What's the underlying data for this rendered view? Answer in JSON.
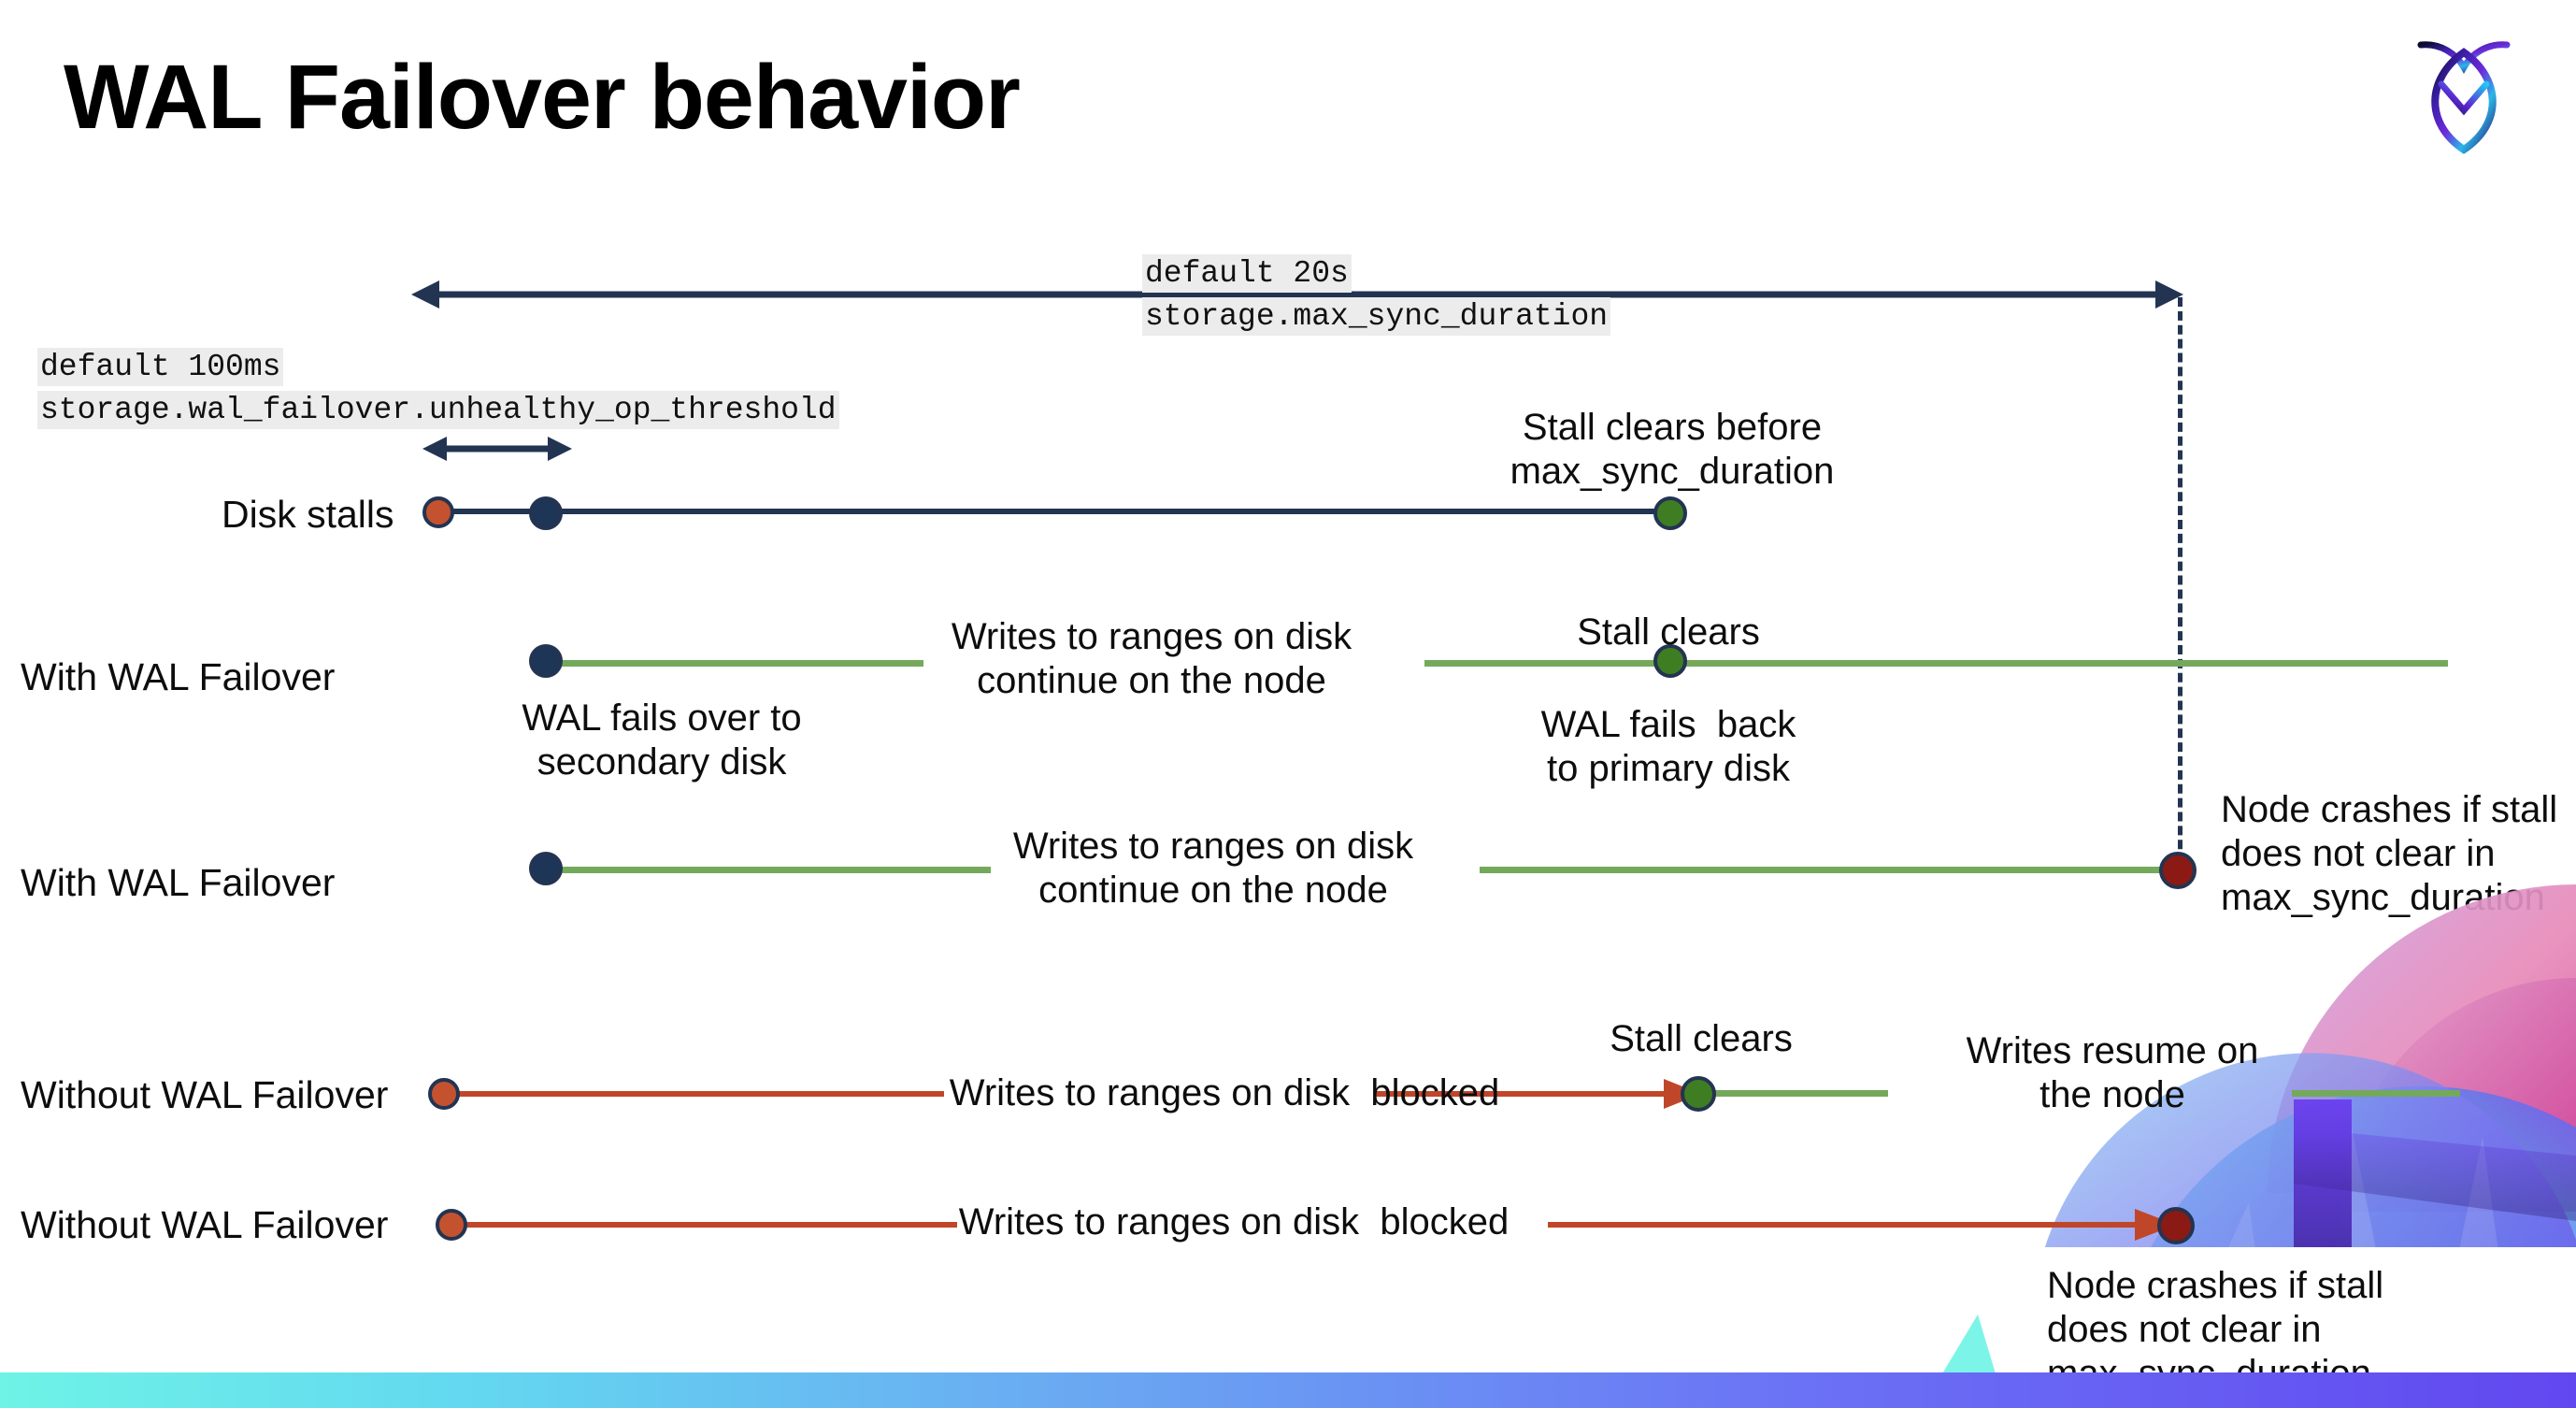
{
  "slide": {
    "title": "WAL Failover behavior",
    "logo_name": "cockroachdb-logo"
  },
  "annotations": {
    "max_sync_duration": {
      "default_line": "default 20s",
      "setting_line": "storage.max_sync_duration"
    },
    "unhealthy_op_threshold": {
      "default_line": "default 100ms",
      "setting_line": "storage.wal_failover.unhealthy_op_threshold"
    }
  },
  "rows": [
    {
      "id": "disk-stalls",
      "name": "Disk stalls",
      "notes": [
        {
          "id": "stall-clears-before",
          "text": "Stall clears before\nmax_sync_duration"
        }
      ]
    },
    {
      "id": "with-wal-failover-1",
      "name": "With WAL Failover",
      "notes": [
        {
          "id": "writes-continue",
          "text": "Writes to ranges on disk\ncontinue on the node"
        },
        {
          "id": "stall-clears",
          "text": "Stall clears"
        },
        {
          "id": "wal-fails-over",
          "text": "WAL fails over to\nsecondary disk"
        },
        {
          "id": "wal-fails-back",
          "text": "WAL fails  back\nto primary disk"
        }
      ]
    },
    {
      "id": "with-wal-failover-2",
      "name": "With WAL Failover",
      "notes": [
        {
          "id": "writes-continue-2",
          "text": "Writes to ranges on disk\ncontinue on the node"
        },
        {
          "id": "node-crashes-1",
          "text": "Node crashes if stall\ndoes not clear in\nmax_sync_duration"
        }
      ]
    },
    {
      "id": "without-wal-failover-1",
      "name": "Without WAL Failover",
      "notes": [
        {
          "id": "writes-blocked-1",
          "text": "Writes to ranges on disk  blocked"
        },
        {
          "id": "stall-clears-2",
          "text": "Stall clears"
        },
        {
          "id": "writes-resume",
          "text": "Writes resume on\nthe node"
        }
      ]
    },
    {
      "id": "without-wal-failover-2",
      "name": "Without WAL Failover",
      "notes": [
        {
          "id": "writes-blocked-2",
          "text": "Writes to ranges on disk  blocked"
        },
        {
          "id": "node-crashes-2",
          "text": "Node crashes if stall\ndoes not clear in\nmax_sync_duration"
        }
      ]
    }
  ],
  "colors": {
    "navy": "#233452",
    "green": "#74a95b",
    "red": "#c0462a",
    "dot_orange": "#c4522f",
    "dot_navy": "#1d3557",
    "dot_green": "#3f7d23",
    "dot_darkred": "#8b1a14",
    "chip_background": "#ececec",
    "bar_gradient_start": "#6ef3e6",
    "bar_gradient_end": "#6147f0"
  }
}
